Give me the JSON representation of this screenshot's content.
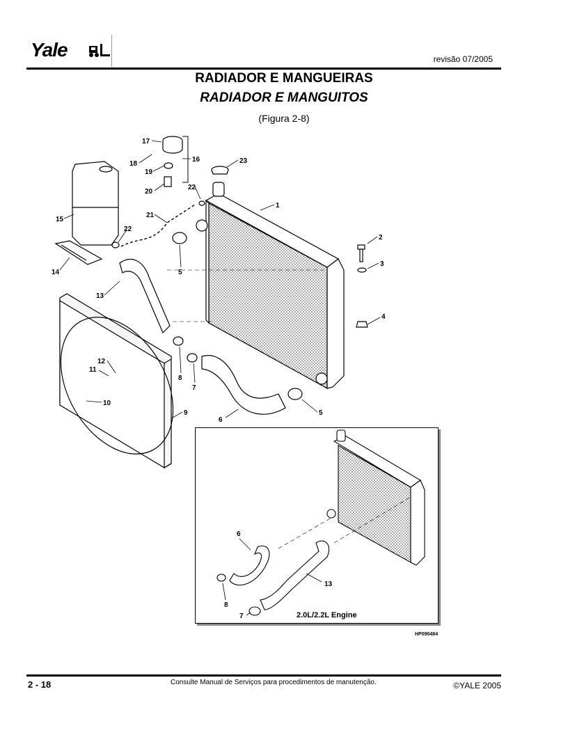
{
  "header": {
    "brand": "Yale",
    "revision": "revisão 07/2005"
  },
  "title": {
    "pt_main": "RADIADOR E MANGUEIRAS",
    "es_main": "RADIADOR E MANGUITOS",
    "figure_ref": "(Figura 2-8)"
  },
  "diagram": {
    "callouts": [
      "1",
      "2",
      "3",
      "4",
      "5",
      "5",
      "6",
      "7",
      "8",
      "9",
      "10",
      "11",
      "12",
      "13",
      "14",
      "15",
      "16",
      "17",
      "18",
      "19",
      "20",
      "21",
      "22",
      "22",
      "23"
    ],
    "inset": {
      "label": "2.0L/2.2L Engine",
      "callouts": [
        "6",
        "8",
        "7",
        "13"
      ]
    },
    "part_code": "HP090484"
  },
  "footer": {
    "page_number": "2 - 18",
    "note": "Consulte Manual de Serviços para procedimentos de manutenção.",
    "copyright": "©YALE 2005"
  },
  "icons": {
    "logo_mark": "forklift-icon"
  }
}
